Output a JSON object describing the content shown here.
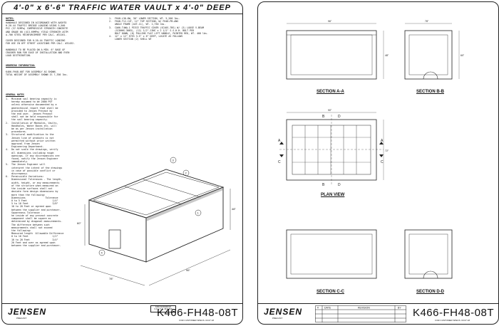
{
  "left_sheet": {
    "title": "4'-0\" x 6'-6\" TRAFFIC WATER VAULT x 4'-0\" DEEP",
    "notes_header": "NOTES:",
    "notes_col1": "HANDHOLE DESIGNED IN ACCORDANCE WITH AASHTO\nH-20-44 TRAFFIC BRIDGE LOADING USING 5,500\nPSI (37.92MPa) COMPRESSIVE STRENGTH CONCRETE\nAND GRADE 60 (413.69MPa) YIELD STRENGTH ASTM\nA-706 STEEL REINFORCEMENT PER CALC. #31161.\n\nCOVER DESIGNED FOR H-20-44 TRAFFIC LOADING\nFOR USE IN OFF STREET LOCATIONS PER CALC. #31432.\n\nHANDHOLE TO BE PLACED ON A MIN. 6\" BASE OF\nCRUSHER RUN FOR EASE OF INSTALLATION AND EVEN\nLOAD DISTRIBUTION.",
    "notes_col2": "1.  FH4H-L36-6W, 36\" LOWER SECTION, WT. 5,200 lbs.\n2.  FH48-T12-C4T, 12\" TOP SECTION, W/ FH48-PB-ANG\n    ANGLE FRAME (AST-11), WT. 1,750 lbs.\n3.  CA66-T4WA-1 PIECE TRAFFIC COVER (SC40S-7BS) W/ (3) LOOSE V-BEAM\n    (SC8HHS-3083), (12) 1/2\"-13NC x 2 1/2\" S.S.H.H. BOLT PER\n    BOLT DOWN, (6) PULLING FLAT LIFT HANDLE, PAINTED RED, WT. 400 lbs.\n4.  12\" x 12\" EYES 3.5\" x 6\" DEEP, LOCATE AS FOLLOWS\n    LOWER SECTION (2) SHELL WT",
    "ordering_header": "ORDERING INFORMATION:",
    "ordering_text": "K466-FH48-08T FOR ASSEMBLY AS SHOWN.\nTOTAL WEIGHT OF ASSEMBLY SHOWN IS 7,350 lbs.",
    "general_header": "GENERAL NOTES",
    "general_text": "1.  Minimum soil bearing capacity is\n    hereby assumed to be 2000 PSF\n    unless otherwise documented by a\n    geotechnical report that shall be\n    provided to Jensen Precast by\n    the end user.  Jensen Precast\n    shall not be held responsible for\n    the soil bearing capacity.\n2.  Installation of Manholes, Vaults,\n    Handholes, Water Boxes etc. will\n    be as per Jensen installation\n    procedures.\n3.  Structural modification to the\n    Jensen line of products is not\n    permitted without prior written\n    approval from Jensen\n    Engineering Department.\n4.  Do not scale the drawings, verify\n    all dimensions including rough\n    openings. If any discrepancies are\n    found, notify the Jensen Engineer\n    immediately.\n5.  The Jensen Engineer will\n    interpret the intent of the drawings\n    in case of possible conflict or\n    discrepancy.\n6.  Permissible Variations:\n    Dimensional Tolerances - The length,\n    width, height, or any measurements\n    of the structure when measured on\n    the inside surfaces shall not\n    deviate form design dimensions by\n    more than the following:\n    Dimensions              Tolerance\n    0 to 5 Feet                  1/4\"\n    5 to 10 Feet                 3/8\"\n    10 to 20 Feet or agreed upon\n    between the supplier and purchaser.\n    Squareness Tolerance -\n    he inside of any precast concrete\n    component shall be square as\n    determined by diagonal measurements.\n    The difference between such\n    measurements shall not exceed\n    the following:\n    Measured length  Allowable Difference\n    0 to 10 Feet                 1/2\"\n    10 to 20 Feet                3/4\"\n    20 Feet and over as agreed upon\n    between the supplier and purchaser.",
    "callouts": [
      "3",
      "1",
      "2",
      "4"
    ],
    "dims": [
      "78\"",
      "96\"",
      "48\"",
      "60\""
    ],
    "stamp_line1": "K466-SCWN48-SO",
    "stamp_line2": "4'-0\" x 6'-6\" -BOY-8CE",
    "logo": "JENSEN",
    "logo_sub": "PRECAST",
    "logo_note": "JENSEN INC. ©",
    "part_number": "K466-FH48-08T",
    "part_sub": "FOR CUSTOMER SPECS.   03.07.18"
  },
  "right_sheet": {
    "section_labels": [
      "SECTION A-A",
      "SECTION B-B",
      "PLAN VIEW",
      "SECTION C-C",
      "SECTION D-D"
    ],
    "cut_letters": [
      "A",
      "A",
      "B",
      "B",
      "C",
      "C",
      "D",
      "D"
    ],
    "dims": [
      "96\"",
      "78\"",
      "48\"",
      "60\"",
      "90\"",
      "72\""
    ],
    "rev_headers": [
      "#",
      "DATE",
      "REVISION",
      "BY"
    ],
    "logo": "JENSEN",
    "logo_sub": "PRECAST",
    "part_number": "K466-FH48-08T",
    "part_sub": "FOR CUSTOMER SPECS.   03.07.18"
  }
}
